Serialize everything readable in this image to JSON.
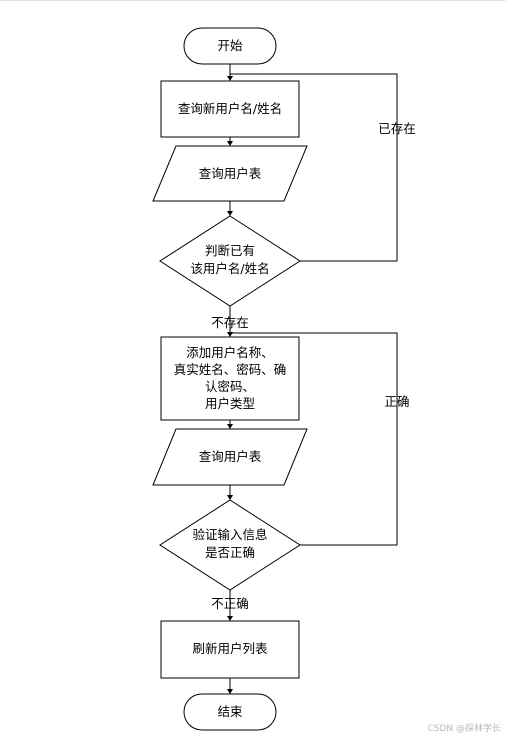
{
  "nodes": {
    "start": "开始",
    "query_name": "查询新用户名/姓名",
    "query_table_1": "查询用户表",
    "judge_exists_line1": "判断已有",
    "judge_exists_line2": "该用户名/姓名",
    "add_user_line1": "添加用户名称、",
    "add_user_line2": "真实姓名、密码、确",
    "add_user_line3": "认密码、",
    "add_user_line4": "用户类型",
    "query_table_2": "查询用户表",
    "verify_line1": "验证输入信息",
    "verify_line2": "是否正确",
    "refresh_list": "刷新用户列表",
    "end": "结束"
  },
  "edges": {
    "exists": "已存在",
    "not_exists": "不存在",
    "correct": "正确",
    "incorrect": "不正确"
  },
  "watermark": "CSDN @探林学长"
}
